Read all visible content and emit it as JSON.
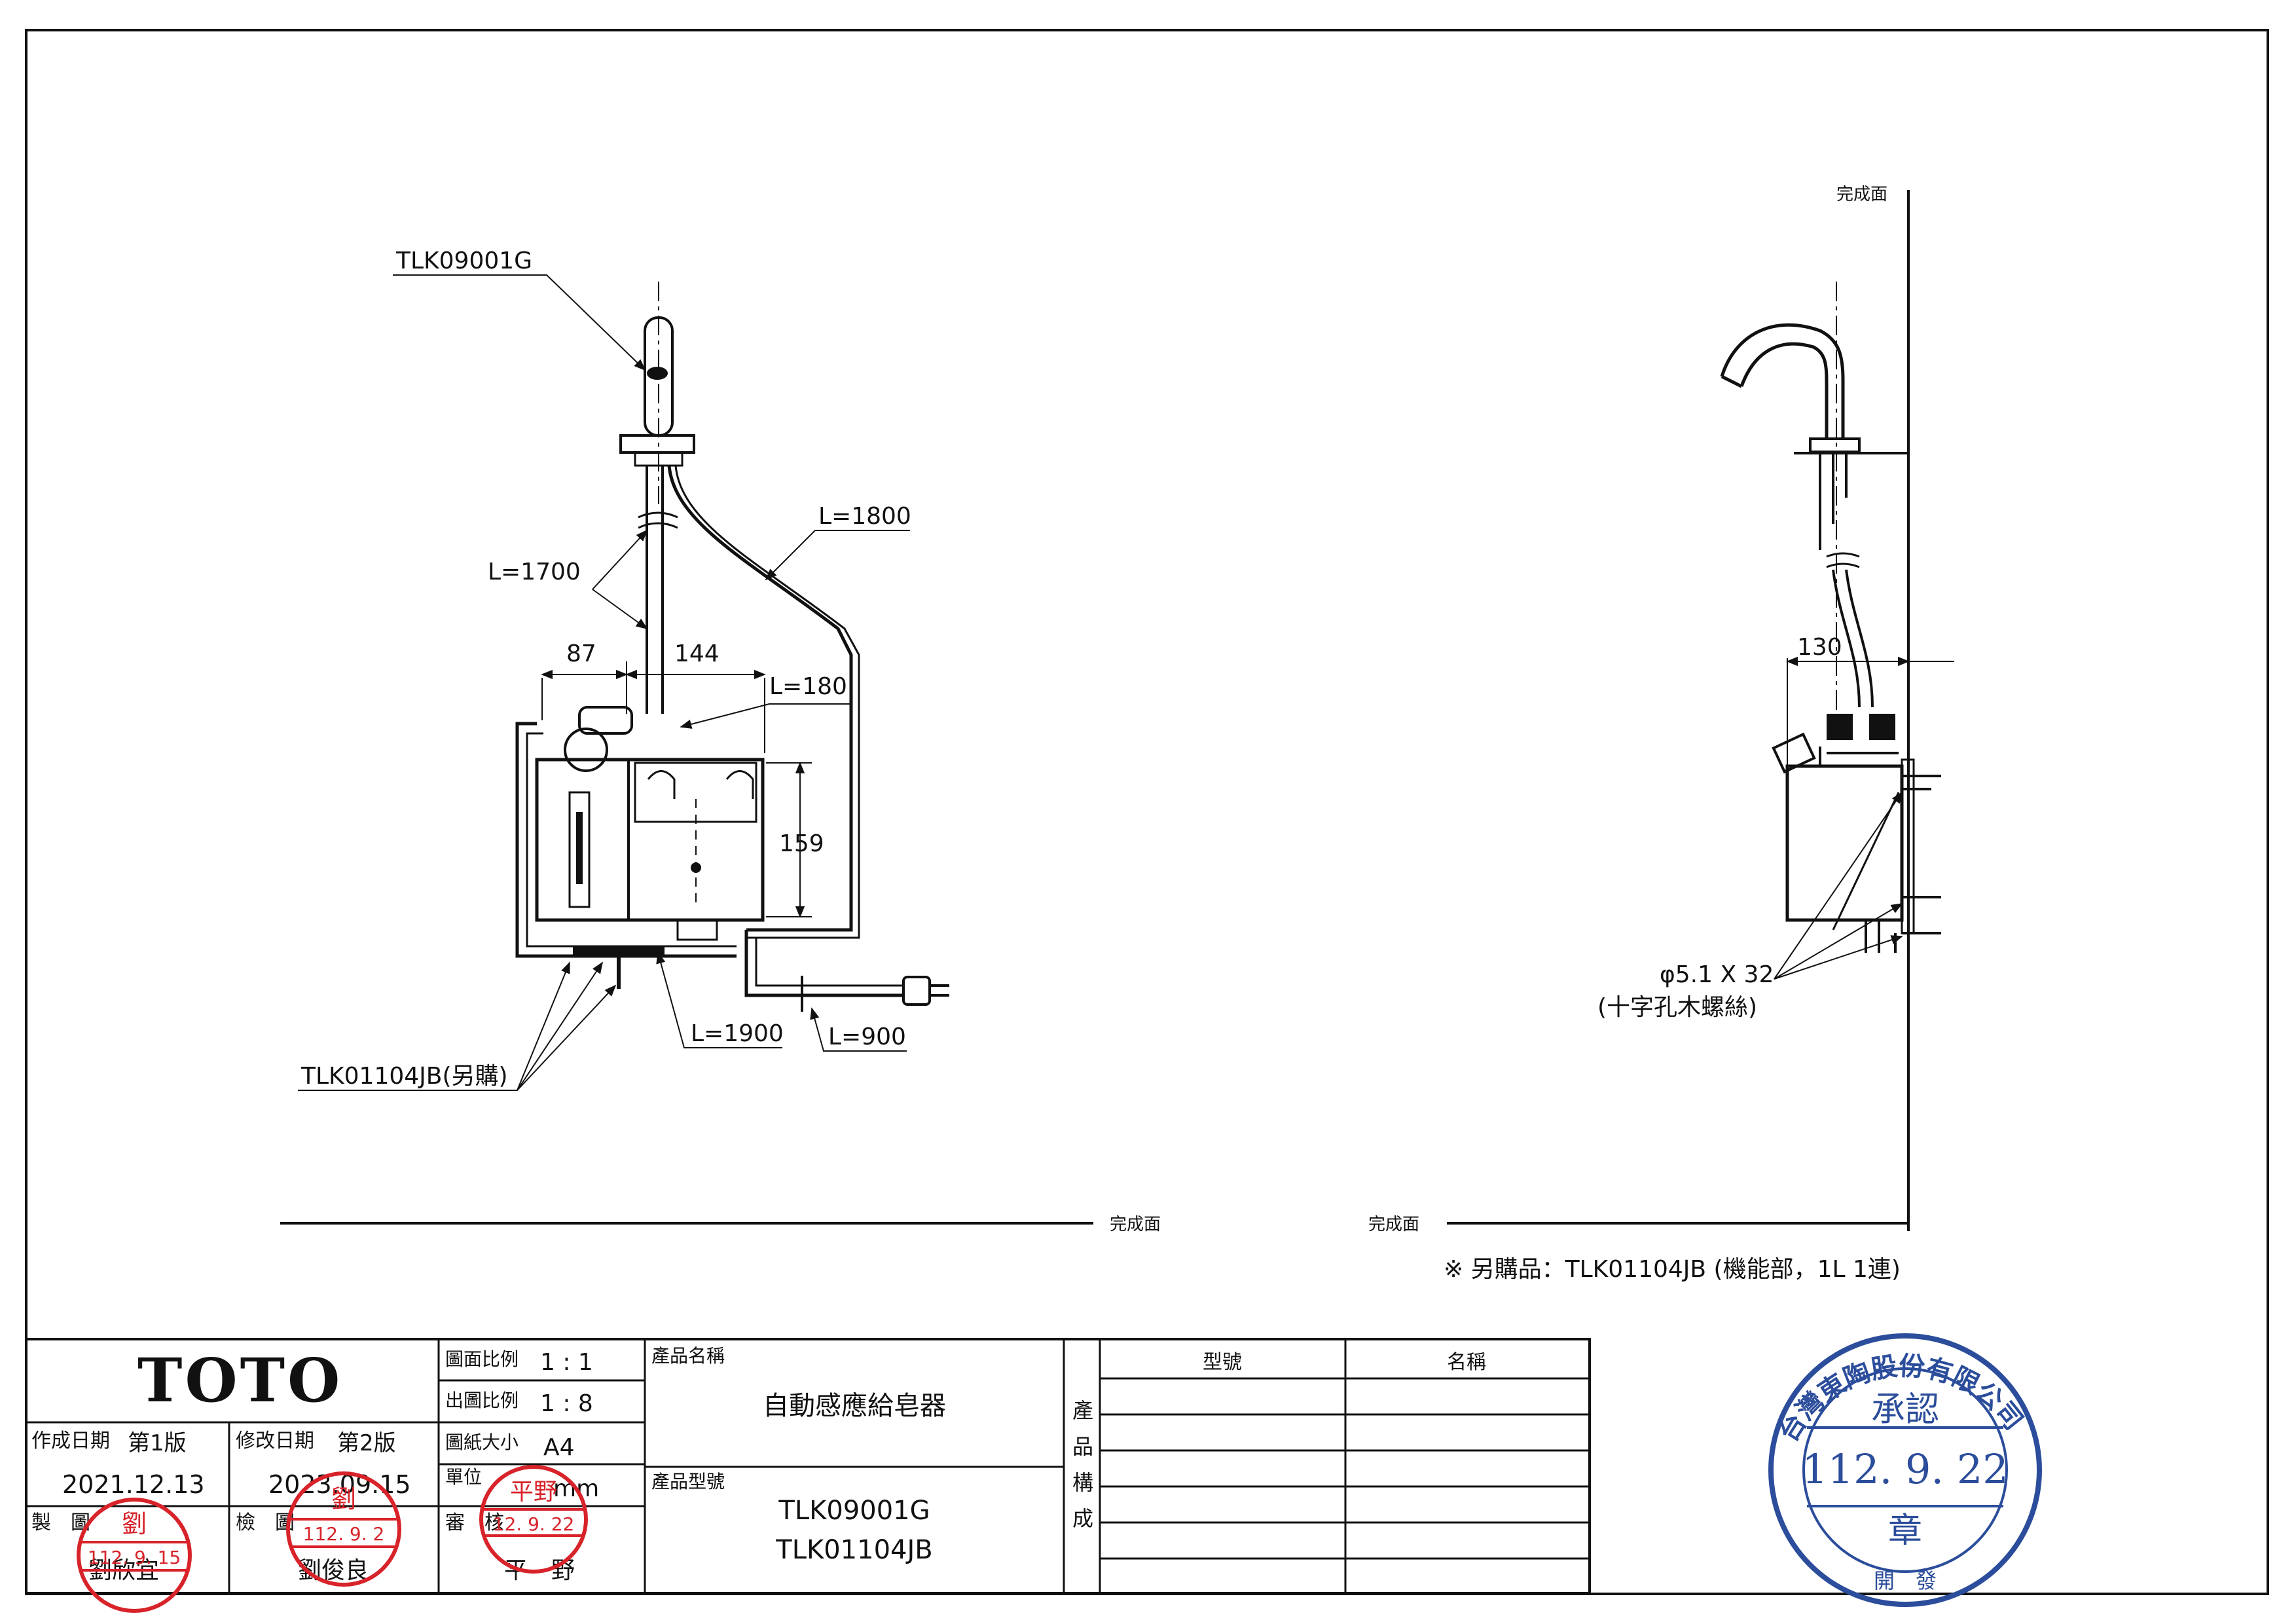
{
  "left_view": {
    "faucet_label": "TLK09001G",
    "cable_1700": "L=1700",
    "cable_1800": "L=1800",
    "dim_87": "87",
    "dim_144": "144",
    "cable_180": "L=180",
    "dim_159": "159",
    "cable_1900": "L=1900",
    "cable_900": "L=900",
    "unit_label": "TLK01104JB(另購)",
    "floor_label": "完成面"
  },
  "right_view": {
    "wall_label": "完成面",
    "dim_130": "130",
    "screw_spec": "φ5.1 X 32",
    "screw_note": "(十字孔木螺絲)",
    "floor_label": "完成面"
  },
  "note": "※ 另購品：TLK01104JB (機能部，1L 1連)",
  "title_block": {
    "logo": "TOTO",
    "drawing_scale_label": "圖面比例",
    "drawing_scale_value": "1 : 1",
    "print_scale_label": "出圖比例",
    "print_scale_value": "1 : 8",
    "paper_size_label": "圖紙大小",
    "paper_size_value": "A4",
    "unit_label": "單位",
    "unit_value": "mm",
    "created_label": "作成日期",
    "created_version": "第1版",
    "created_date": "2021.12.13",
    "revised_label": "修改日期",
    "revised_version": "第2版",
    "revised_date": "2023.09.15",
    "drawn_label": "製　圖",
    "drawn_name": "劉欣宜",
    "checked_label": "檢　圖",
    "checked_name": "劉俊良",
    "reviewed_label": "審　核",
    "reviewed_name": "平　野",
    "product_name_label": "產品名稱",
    "product_name": "自動感應給皂器",
    "product_model_label": "產品型號",
    "product_models": [
      "TLK09001G",
      "TLK01104JB"
    ],
    "composition_label": [
      "產",
      "品",
      "構",
      "成"
    ],
    "col_model": "型號",
    "col_name": "名稱"
  },
  "stamps": {
    "drawn_date": "112. 9. 15",
    "drawn_char": "劉",
    "checked_date": "112. 9. 2",
    "checked_char": "劉",
    "reviewed_date": "12. 9. 22",
    "reviewed_char": "平野",
    "approval_company": "台灣東陶股份有限公司",
    "approval_title": "承認",
    "approval_date": "112. 9. 22",
    "approval_char": "章",
    "approval_bottom": "開　發"
  },
  "colors": {
    "ink": "#111111",
    "stamp_red": "#d8232a",
    "stamp_blue": "#2b4d9b"
  }
}
